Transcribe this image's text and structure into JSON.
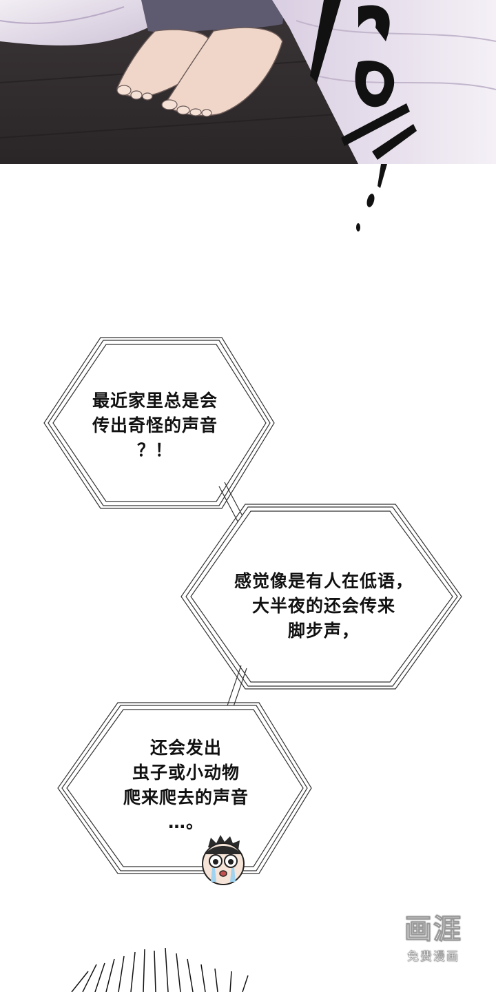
{
  "panel_top": {
    "scene": "barefoot character standing on dark wooden floor, long white robe"
  },
  "bubbles": [
    {
      "text": "最近家里总是会\n传出奇怪的声音\n？！"
    },
    {
      "text": "感觉像是有人在低语，\n大半夜的还会传来\n脚步声，"
    },
    {
      "text": "还会发出\n虫子或小动物\n爬来爬去的声音\n…。"
    }
  ],
  "watermark": {
    "logo": "画涯",
    "subtitle": "免费漫画"
  },
  "colors": {
    "floor": "#2f2b2d",
    "robe": "#e7e1ea",
    "pants": "#5e5a70",
    "skin": "#efd6c8",
    "bubble_border": "#333333"
  }
}
